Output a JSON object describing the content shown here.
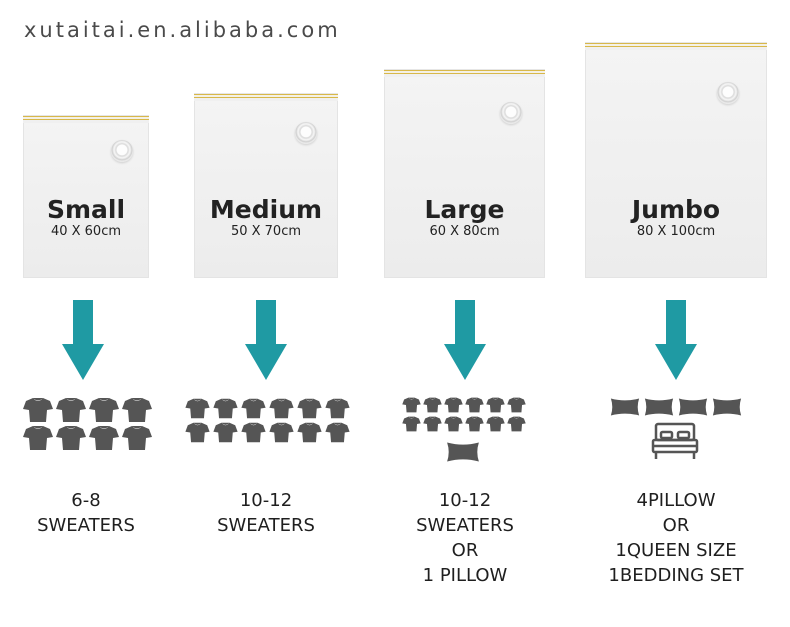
{
  "watermark": "xutaitai.en.alibaba.com",
  "colors": {
    "arrow": "#1f9aa3",
    "icon": "#555555",
    "zipper": "#d8b84a"
  },
  "bags": [
    {
      "name": "Small",
      "dims": "40 X 60cm",
      "caption": "6-8\nSWEATERS"
    },
    {
      "name": "Medium",
      "dims": "50 X 70cm",
      "caption": "10-12\nSWEATERS"
    },
    {
      "name": "Large",
      "dims": "60 X 80cm",
      "caption": "10-12\nSWEATERS\nOR\n1 PILLOW"
    },
    {
      "name": "Jumbo",
      "dims": "80 X 100cm",
      "caption": "4PILLOW\nOR\n1QUEEN SIZE\n1BEDDING SET"
    }
  ],
  "icons": {
    "sweater": "sweater-icon",
    "pillow": "pillow-icon",
    "bed": "bed-icon",
    "arrow": "arrow-down-icon",
    "valve": "valve-icon"
  }
}
